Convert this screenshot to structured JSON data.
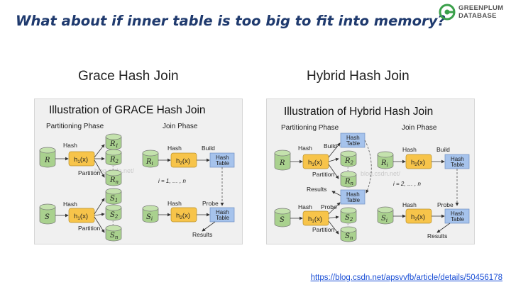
{
  "slide": {
    "title": "What about if inner table is too big to fit into memory?",
    "logo_line1": "GREENPLUM",
    "logo_line2": "DATABASE",
    "logo_mark": "greenplum-logo-mark",
    "left_heading": "Grace Hash Join",
    "right_heading": "Hybrid Hash Join",
    "source_link": "https://blog.csdn.net/apsvvfb/article/details/50456178",
    "colors": {
      "title": "#1f3a6e",
      "cylinder": "#a9d18e",
      "hash_box": "#f7c44a",
      "hash_table": "#a6c3ec",
      "link": "#1a4fd6",
      "logo": "#3aa04a"
    }
  },
  "grace": {
    "title": "Illustration of GRACE Hash Join",
    "partitioning_label": "Partitioning Phase",
    "join_label": "Join Phase",
    "hash_label": "Hash",
    "partition_label": "Partition",
    "build_label": "Build",
    "probe_label": "Probe",
    "results_label": "Results",
    "index_note": "i = 1, … , n",
    "ellipsis": ":",
    "r_input": "R",
    "s_input": "S",
    "ri_input": "R",
    "ri_sub": "i",
    "si_input": "S",
    "si_sub": "i",
    "r_outputs": [
      {
        "base": "R",
        "sub": "1"
      },
      {
        "base": "R",
        "sub": "2"
      },
      {
        "base": "R",
        "sub": "n"
      }
    ],
    "s_outputs": [
      {
        "base": "S",
        "sub": "1"
      },
      {
        "base": "S",
        "sub": "2"
      },
      {
        "base": "S",
        "sub": "n"
      }
    ],
    "h1_base": "h",
    "h1_sub": "1",
    "h1_arg": "(x)",
    "h2_base": "h",
    "h2_sub": "2",
    "h2_arg": "(x)",
    "hash_table_line1": "Hash",
    "hash_table_line2": "Table",
    "watermark": "blog.csdn.net/"
  },
  "hybrid": {
    "title": "Illustration of Hybrid Hash Join",
    "partitioning_label": "Partitioning Phase",
    "join_label": "Join Phase",
    "hash_label": "Hash",
    "partition_label": "Partition",
    "build_label": "Build",
    "probe_label": "Probe",
    "results_label": "Results",
    "index_note": "i = 2, … , n",
    "ellipsis": ":",
    "r_input": "R",
    "s_input": "S",
    "ri_input": "R",
    "ri_sub": "i",
    "si_input": "S",
    "si_sub": "i",
    "r_outputs": [
      {
        "base": "R",
        "sub": "2"
      },
      {
        "base": "R",
        "sub": "n"
      }
    ],
    "s_outputs": [
      {
        "base": "S",
        "sub": "2"
      },
      {
        "base": "S",
        "sub": "n"
      }
    ],
    "h1_base": "h",
    "h1_sub": "1",
    "h1_arg": "(x)",
    "h2_base": "h",
    "h2_sub": "2",
    "h2_arg": "(x)",
    "hash_table_line1": "Hash",
    "hash_table_line2": "Table",
    "watermark": "blog.csdn.net/"
  }
}
